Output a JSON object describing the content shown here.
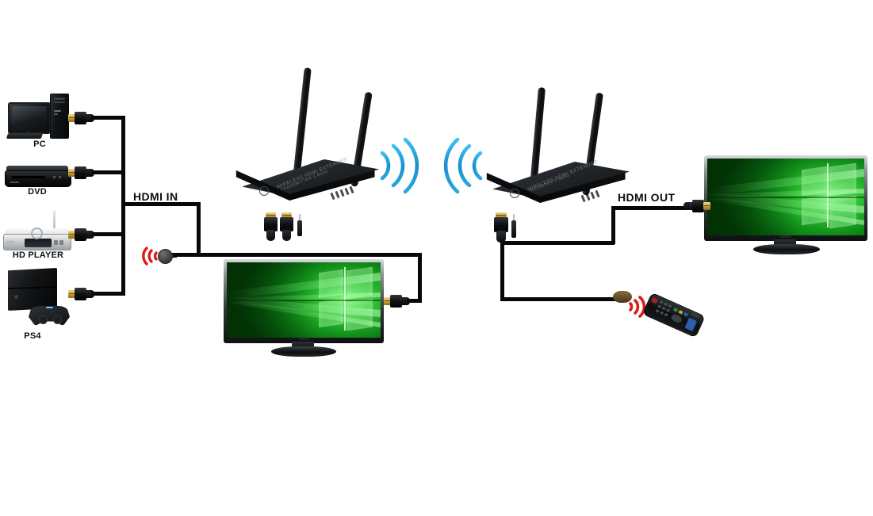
{
  "diagram": {
    "title": "Wireless HDMI Extender Connection Diagram",
    "background_color": "#ffffff",
    "accent_colors": {
      "wire": "#080808",
      "wifi_blue": "#1b9ad6",
      "ir_red": "#d81e1e",
      "screen_green": "#2fc132",
      "hdmi_gold": "#c9a23c"
    }
  },
  "labels": {
    "hdmi_in": "HDMI IN",
    "hdmi_out": "HDMI OUT"
  },
  "sources": [
    {
      "id": "pc",
      "label": "PC",
      "icon": "desktop-computer-icon"
    },
    {
      "id": "dvd",
      "label": "DVD",
      "icon": "dvd-player-icon"
    },
    {
      "id": "hd-player",
      "label": "HD PLAYER",
      "icon": "hd-media-player-icon"
    },
    {
      "id": "ps4",
      "label": "PS4",
      "icon": "game-console-icon"
    }
  ],
  "devices": {
    "transmitter": {
      "name": "wireless-hdmi-transmitter",
      "antennas": 2,
      "signal_icon": "wifi-waves-icon",
      "cables": "hdmi-cable-pair-with-audio-jack"
    },
    "receiver": {
      "name": "wireless-hdmi-receiver",
      "antennas": 2,
      "signal_icon": "wifi-waves-icon",
      "cables": "hdmi-cable-with-audio-jack"
    }
  },
  "displays": [
    {
      "id": "tv-local",
      "name": "local-tv",
      "screen_content": "windows-green-wallpaper"
    },
    {
      "id": "tv-remote",
      "name": "remote-tv",
      "screen_content": "windows-green-wallpaper"
    }
  ],
  "ir": {
    "receiver_eye": {
      "name": "ir-receiver-eye",
      "icon": "ir-waves-icon"
    },
    "emitter_bud": {
      "name": "ir-emitter-bud",
      "icon": "ir-waves-icon"
    },
    "remote": {
      "name": "ir-remote-control",
      "icon": "remote-control-icon"
    }
  }
}
